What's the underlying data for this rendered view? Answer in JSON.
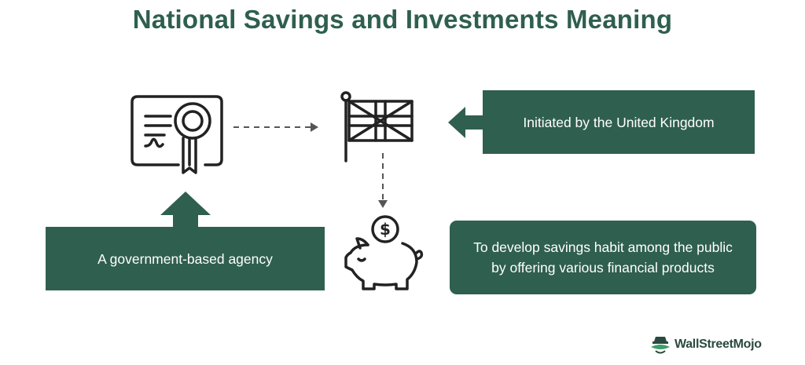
{
  "title": "National Savings and Investments Meaning",
  "boxes": {
    "uk": "Initiated by the United Kingdom",
    "agency": "A government-based agency",
    "habit_line1": "To develop savings habit among the public",
    "habit_line2": "by offering various financial products"
  },
  "icons": {
    "certificate": "certificate-icon",
    "flag": "uk-flag-icon",
    "piggy_bank": "piggy-bank-icon",
    "coin_symbol": "$"
  },
  "logo": {
    "text": "WallStreetMojo"
  },
  "colors": {
    "accent": "#2f5f4e",
    "line": "#222222",
    "arrow": "#555555"
  }
}
